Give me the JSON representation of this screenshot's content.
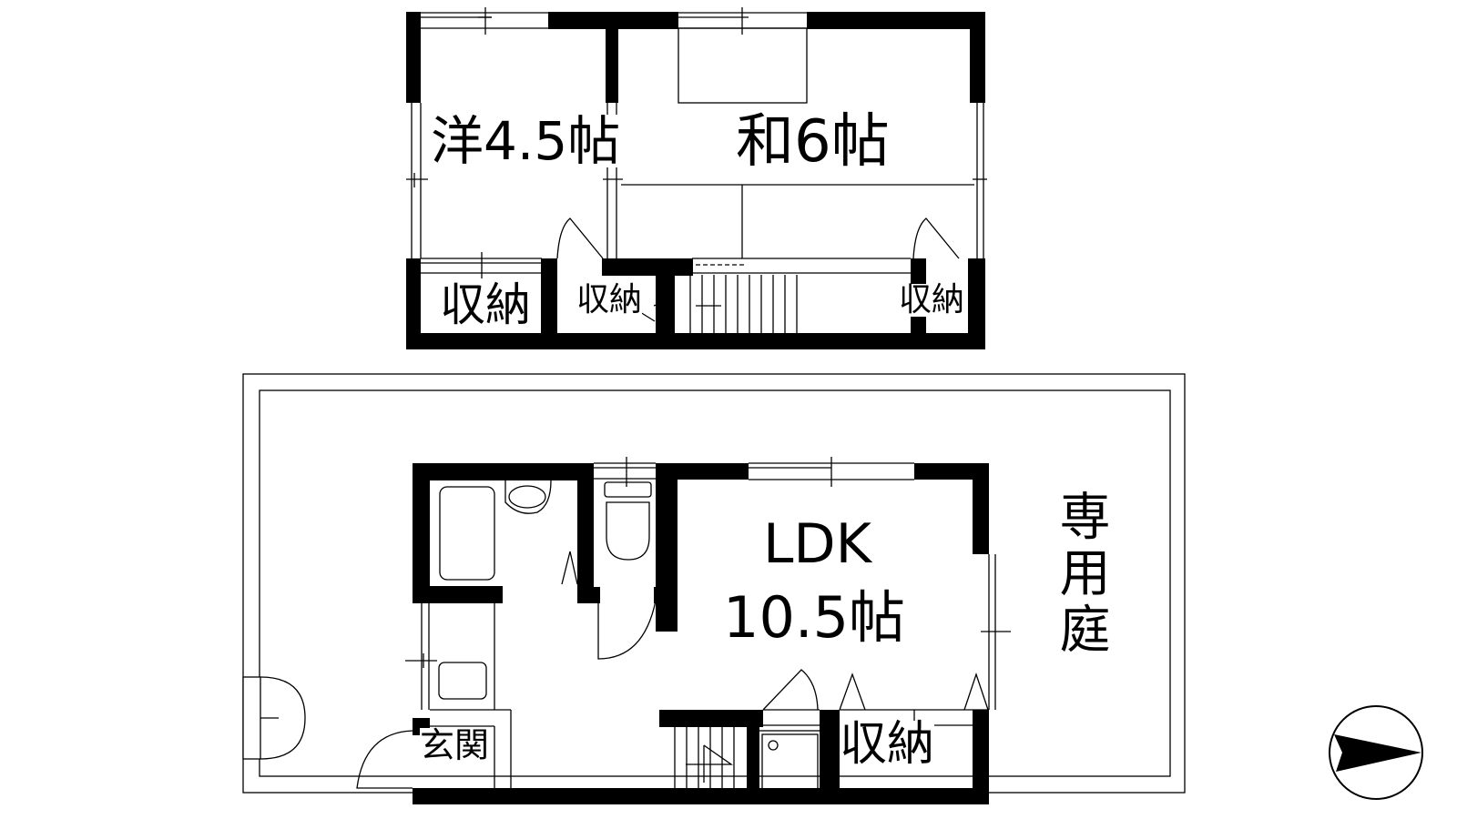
{
  "floor2": {
    "rooms": [
      {
        "id": "western",
        "label": "洋4.5帖"
      },
      {
        "id": "japanese",
        "label": "和6帖"
      },
      {
        "id": "storage_a",
        "label": "収納"
      },
      {
        "id": "storage_b",
        "label": "収納"
      },
      {
        "id": "storage_c",
        "label": "収納"
      }
    ]
  },
  "floor1": {
    "rooms": [
      {
        "id": "ldk_name",
        "label": "LDK"
      },
      {
        "id": "ldk_size",
        "label": "10.5帖"
      },
      {
        "id": "entrance",
        "label": "玄関"
      },
      {
        "id": "storage",
        "label": "収納"
      }
    ]
  },
  "garden": {
    "label": "専用庭"
  },
  "compass": {
    "icon": "north-arrow-icon"
  },
  "colors": {
    "wall": "#000000",
    "background": "#ffffff"
  }
}
